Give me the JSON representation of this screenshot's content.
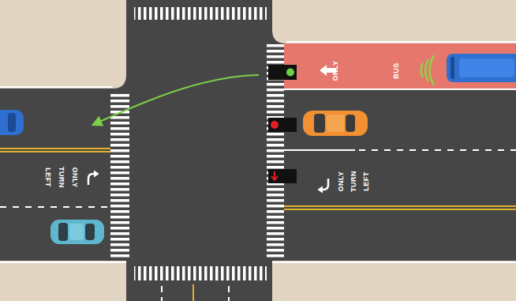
{
  "diagram": {
    "labels": [
      "ONLY",
      "BUS",
      "LEFT",
      "TURN",
      "ONLY",
      "ONLY",
      "TURN",
      "LEFT"
    ]
  }
}
